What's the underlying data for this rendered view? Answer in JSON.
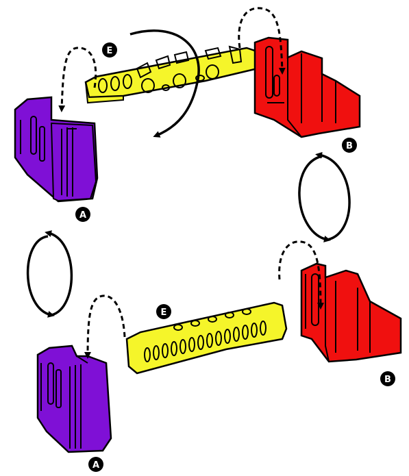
{
  "colors": {
    "purple": "#7f10d6",
    "yellow": "#f5f52a",
    "red": "#f0100f",
    "outline": "#000000",
    "background": "#ffffff"
  },
  "labels": {
    "a_top": "A",
    "a_bottom": "A",
    "b_top": "B",
    "b_bottom": "B",
    "e_top": "E",
    "e_bottom": "E"
  },
  "icons": [
    "rotate-arrow-icon",
    "flip-cycle-arrow-icon",
    "dashed-insert-arrow-icon"
  ]
}
